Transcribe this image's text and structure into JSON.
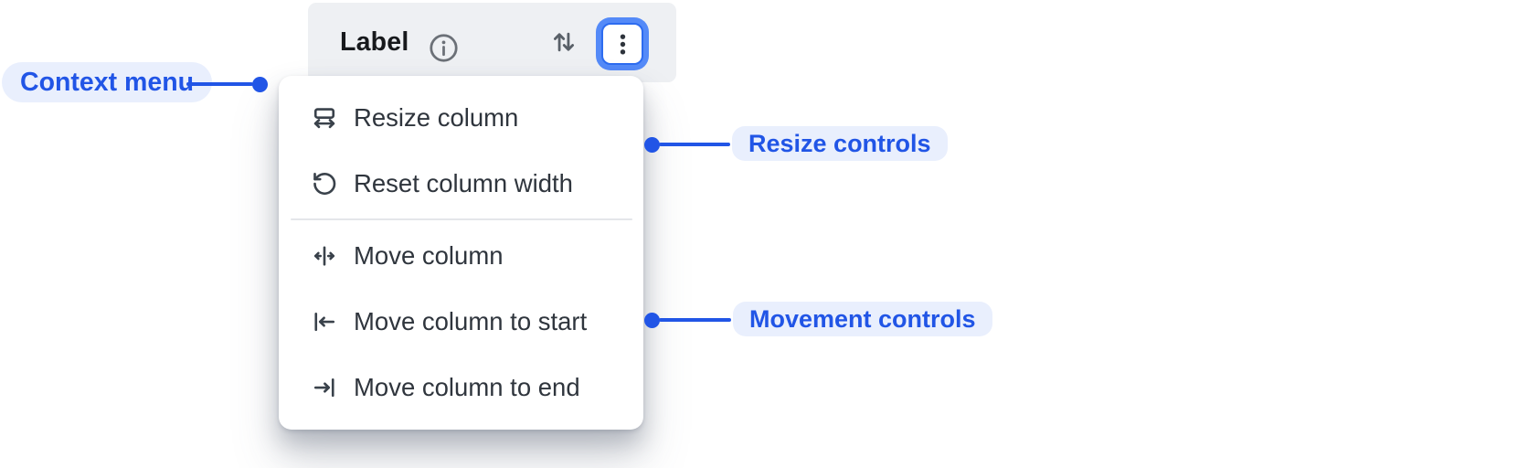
{
  "colors": {
    "accent": "#2155e6",
    "annotation_bg": "#e9effd",
    "header_bg": "#eef0f3",
    "menu_bg": "#ffffff",
    "menu_text": "#2f353d",
    "title_text": "#17191c",
    "icon_dark": "#3a424b",
    "icon_gray": "#6b7077",
    "divider": "#e4e6ea",
    "focus_ring": "#548af8",
    "focus_border": "#2d6cf0"
  },
  "header": {
    "title": "Label",
    "info_icon": "info-icon",
    "sort_icon": "sort-arrows-icon",
    "menu_button_icon": "kebab-menu-icon"
  },
  "menu": {
    "groups": [
      {
        "name": "resize",
        "items": [
          {
            "icon": "resize-column-icon",
            "label": "Resize column"
          },
          {
            "icon": "reset-column-width-icon",
            "label": "Reset column width"
          }
        ]
      },
      {
        "name": "movement",
        "items": [
          {
            "icon": "move-column-icon",
            "label": "Move column"
          },
          {
            "icon": "move-column-to-start-icon",
            "label": "Move column to start"
          },
          {
            "icon": "move-column-to-end-icon",
            "label": "Move column to end"
          }
        ]
      }
    ]
  },
  "annotations": {
    "context_menu": {
      "label": "Context menu"
    },
    "resize_controls": {
      "label": "Resize controls"
    },
    "movement_controls": {
      "label": "Movement controls"
    }
  }
}
